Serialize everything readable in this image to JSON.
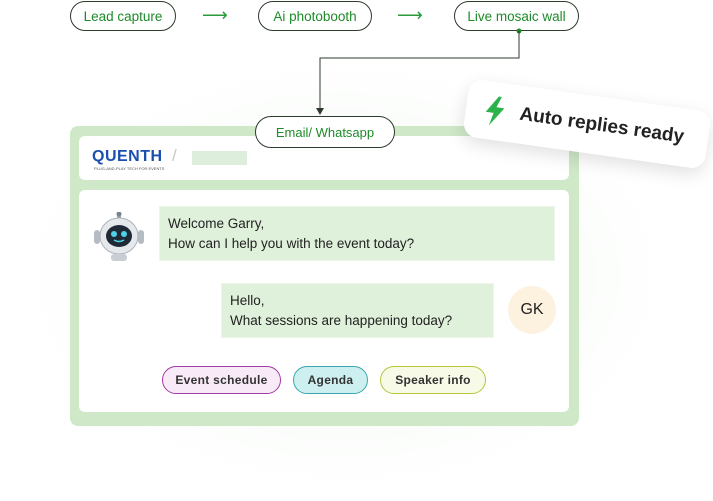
{
  "flow": {
    "steps": [
      "Lead capture",
      "Ai photobooth",
      "Live mosaic wall"
    ],
    "channel": "Email/ Whatsapp"
  },
  "badge": {
    "text": "Auto replies ready",
    "icon": "lightning-bolt-icon"
  },
  "header": {
    "logo": "QUENTH",
    "tagline": "PLUG-AND-PLAY TECH FOR EVENTS"
  },
  "chat": {
    "bot": {
      "avatar_icon": "robot-icon",
      "line1": "Welcome Garry,",
      "line2": "How can I help you with the event today?"
    },
    "user": {
      "initials": "GK",
      "line1": "Hello,",
      "line2": "What sessions are happening today?"
    }
  },
  "quick_replies": [
    "Event schedule",
    "Agenda",
    "Speaker info"
  ],
  "colors": {
    "accent_green": "#1e8a2a",
    "card_green": "#cfe8c8",
    "bubble_green": "#dff0db",
    "chip_purple": "#a13aa1",
    "chip_teal": "#37a8ad",
    "chip_lime": "#b8c63a"
  }
}
